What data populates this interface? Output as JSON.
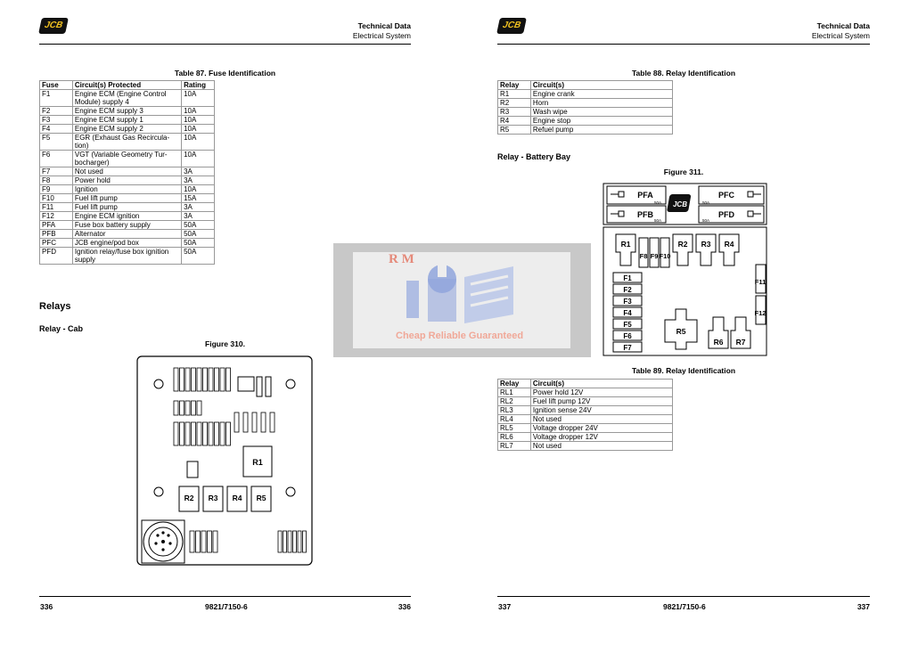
{
  "header": {
    "title": "Technical Data",
    "subtitle": "Electrical System",
    "logo": "JCB"
  },
  "left_page": {
    "table87": {
      "caption": "Table 87. Fuse Identification",
      "columns": [
        "Fuse",
        "Circuit(s) Protected",
        "Rating"
      ],
      "rows": [
        [
          "F1",
          "Engine ECM (Engine Control Module) supply 4",
          "10A"
        ],
        [
          "F2",
          "Engine ECM supply 3",
          "10A"
        ],
        [
          "F3",
          "Engine ECM supply 1",
          "10A"
        ],
        [
          "F4",
          "Engine ECM supply 2",
          "10A"
        ],
        [
          "F5",
          "EGR (Exhaust Gas Recircula-tion)",
          "10A"
        ],
        [
          "F6",
          "VGT (Variable Geometry Tur-bocharger)",
          "10A"
        ],
        [
          "F7",
          "Not used",
          "3A"
        ],
        [
          "F8",
          "Power hold",
          "3A"
        ],
        [
          "F9",
          "Ignition",
          "10A"
        ],
        [
          "F10",
          "Fuel lift pump",
          "15A"
        ],
        [
          "F11",
          "Fuel lift pump",
          "3A"
        ],
        [
          "F12",
          "Engine ECM ignition",
          "3A"
        ],
        [
          "PFA",
          "Fuse box battery supply",
          "50A"
        ],
        [
          "PFB",
          "Alternator",
          "50A"
        ],
        [
          "PFC",
          "JCB engine/pod box",
          "50A"
        ],
        [
          "PFD",
          "Ignition relay/fuse box ignition supply",
          "50A"
        ]
      ]
    },
    "section_title": "Relays",
    "subsection_title": "Relay - Cab",
    "figure_caption": "Figure 310.",
    "fig310_labels": {
      "r1": "R1",
      "r2": "R2",
      "r3": "R3",
      "r4": "R4",
      "r5": "R5"
    },
    "footer": {
      "page": "336",
      "doc": "9821/7150-6",
      "page_right": "336"
    }
  },
  "right_page": {
    "table88": {
      "caption": "Table 88. Relay Identification",
      "columns": [
        "Relay",
        "Circuit(s)"
      ],
      "rows": [
        [
          "R1",
          "Engine crank"
        ],
        [
          "R2",
          "Horn"
        ],
        [
          "R3",
          "Wash wipe"
        ],
        [
          "R4",
          "Engine stop"
        ],
        [
          "R5",
          "Refuel pump"
        ]
      ]
    },
    "subsection_title": "Relay - Battery Bay",
    "figure_caption": "Figure 311.",
    "fig311_labels": {
      "pfa": "PFA",
      "pfb": "PFB",
      "pfc": "PFC",
      "pfd": "PFD",
      "fuse_rating": "50A",
      "r1": "R1",
      "r2": "R2",
      "r3": "R3",
      "r4": "R4",
      "r5": "R5",
      "r6": "R6",
      "r7": "R7",
      "f1": "F1",
      "f2": "F2",
      "f3": "F3",
      "f4": "F4",
      "f5": "F5",
      "f6": "F6",
      "f7": "F7",
      "f8": "F8",
      "f9": "F9",
      "f10": "F10",
      "f11": "F11",
      "f12": "F12"
    },
    "table89": {
      "caption": "Table 89. Relay Identification",
      "columns": [
        "Relay",
        "Circuit(s)"
      ],
      "rows": [
        [
          "RL1",
          "Power hold 12V"
        ],
        [
          "RL2",
          "Fuel lift pump 12V"
        ],
        [
          "RL3",
          "Ignition sense 24V"
        ],
        [
          "RL4",
          "Not used"
        ],
        [
          "RL5",
          "Voltage dropper 24V"
        ],
        [
          "RL6",
          "Voltage dropper 12V"
        ],
        [
          "RL7",
          "Not used"
        ]
      ]
    },
    "footer": {
      "page": "337",
      "doc": "9821/7150-6",
      "page_right": "337"
    }
  },
  "watermark": {
    "brand": "R M",
    "tagline": "Cheap Reliable Guaranteed"
  }
}
